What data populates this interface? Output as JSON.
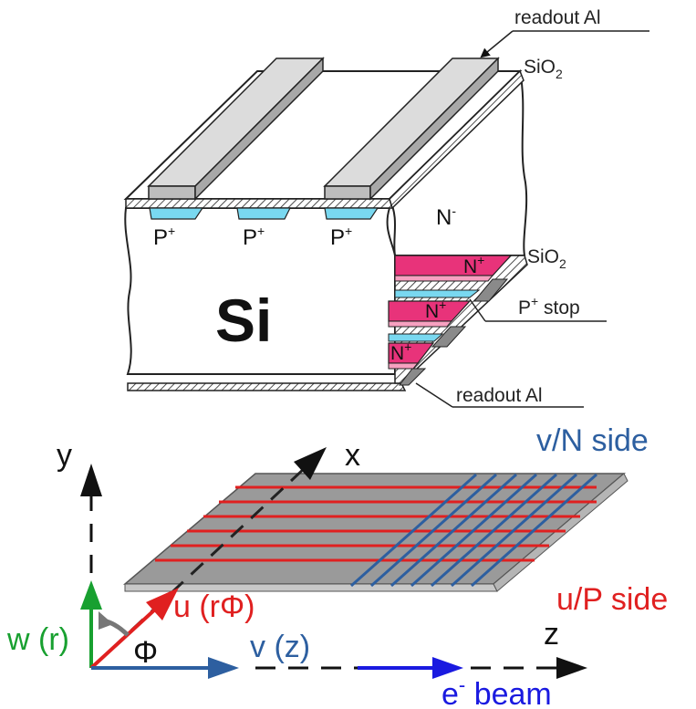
{
  "top_figure": {
    "readout_al_top": "readout Al",
    "sio2_top": "SiO",
    "sio2_top_sub": "2",
    "n_minus": "N",
    "n_minus_sup": "-",
    "p_plus": "P",
    "p_plus_sup": "+",
    "si": "Si",
    "sio2_bottom": "SiO",
    "sio2_bottom_sub": "2",
    "n_plus": "N",
    "n_plus_sup": "+",
    "p_plus_stop_p": "P",
    "p_plus_stop_sup": "+",
    "p_plus_stop_word": " stop",
    "readout_al_bottom": "readout Al"
  },
  "bottom_figure": {
    "y_axis": "y",
    "x_axis": "x",
    "z_axis": "z",
    "v_n_side": "v/N side",
    "u_p_side": "u/P side",
    "w_r": "w (r)",
    "phi": "Φ",
    "u_rphi": "u (rΦ)",
    "v_z": "v (z)",
    "e_beam_e": "e",
    "e_beam_sup": "-",
    "e_beam_word": " beam"
  },
  "colors": {
    "aluminum": "#cfcfcf",
    "p_implant": "#79d8f0",
    "n_implant": "#e8337a",
    "u_strip_red": "#e02020",
    "v_strip_blue": "#2d5fa0",
    "w_axis_green": "#18a030",
    "beam_blue": "#1a1ae0"
  }
}
